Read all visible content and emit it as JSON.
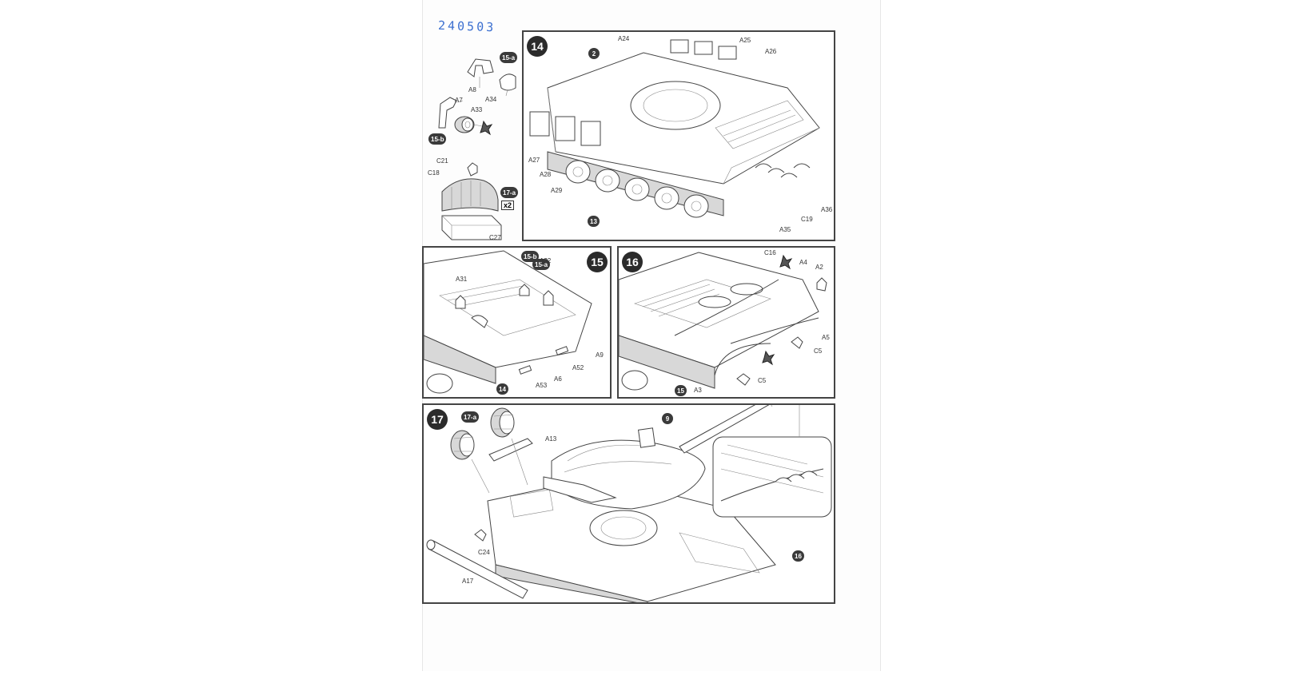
{
  "stamp": "240503",
  "left_parts": {
    "tag_15a": "15-a",
    "tag_15b": "15-b",
    "tag_17a": "17-a",
    "multiplier": "x2",
    "labels": [
      "A8",
      "A34",
      "A7",
      "A33",
      "C21",
      "C18",
      "C27"
    ]
  },
  "step14": {
    "number": "14",
    "tag_2": "2",
    "tag_13": "13",
    "labels": [
      "A24",
      "A25",
      "A26",
      "A27",
      "A28",
      "A29",
      "A35",
      "C19",
      "A36"
    ]
  },
  "step15": {
    "number": "15",
    "tag_15b": "15-b",
    "tag_15a": "15-a",
    "tag_14": "14",
    "labels": [
      "A32",
      "A31",
      "A9",
      "A52",
      "A6",
      "A53"
    ]
  },
  "step16": {
    "number": "16",
    "tag_15": "15",
    "labels": [
      "C16",
      "A4",
      "A2",
      "A5",
      "C5",
      "C5",
      "A3"
    ]
  },
  "step17": {
    "number": "17",
    "tag_17a": "17-a",
    "tag_9": "9",
    "tag_16": "16",
    "labels": [
      "A13",
      "C24",
      "A17"
    ]
  }
}
